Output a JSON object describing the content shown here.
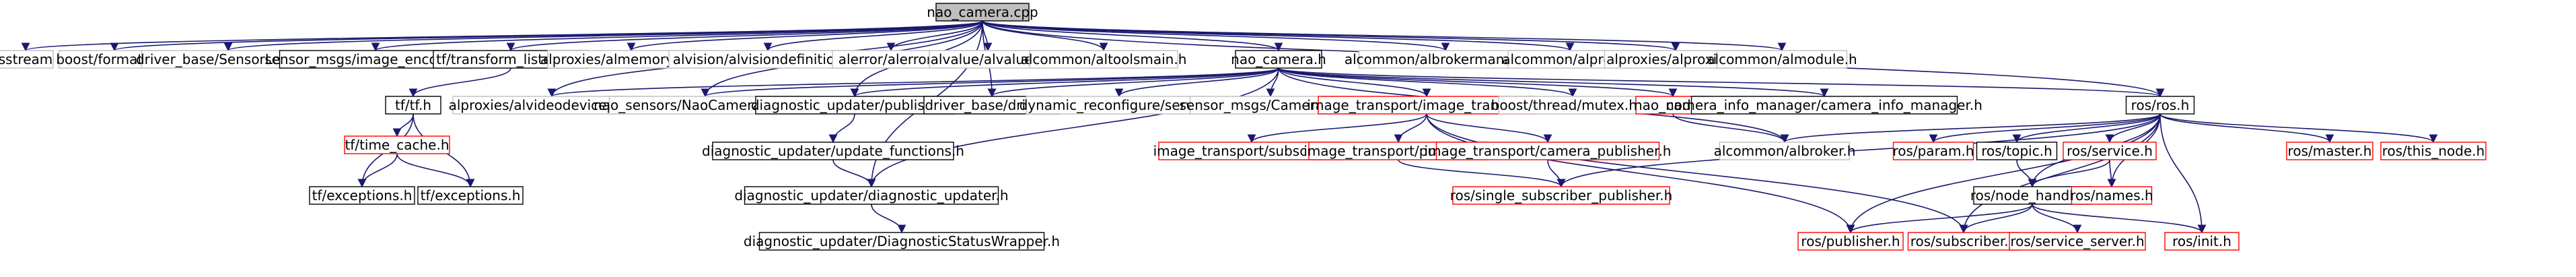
{
  "colors": {
    "edge": "#191970",
    "root_fill": "#bfbfbf",
    "border_black": "#000000",
    "border_gray": "#bfbfbf",
    "border_red": "#ff0000",
    "text": "#000000"
  },
  "nodes": [
    {
      "id": "nao_camera_cpp",
      "label": "nao_camera.cpp",
      "style": "root"
    },
    {
      "id": "sstream",
      "label": "sstream",
      "style": "gray"
    },
    {
      "id": "boost_format",
      "label": "boost/format.hpp",
      "style": "gray"
    },
    {
      "id": "sensor_levels",
      "label": "driver_base/SensorLevels.h",
      "style": "gray"
    },
    {
      "id": "image_encodings",
      "label": "sensor_msgs/image_encodings.h",
      "style": "black"
    },
    {
      "id": "tf_listener",
      "label": "tf/transform_listener.h",
      "style": "black"
    },
    {
      "id": "almemoryproxy",
      "label": "alproxies/almemoryproxy.h",
      "style": "gray"
    },
    {
      "id": "alvisiondefinitions",
      "label": "alvision/alvisiondefinitions.h",
      "style": "gray"
    },
    {
      "id": "alerror",
      "label": "alerror/alerror.h",
      "style": "gray"
    },
    {
      "id": "alvalue",
      "label": "alvalue/alvalue.h",
      "style": "gray"
    },
    {
      "id": "altoolsmain",
      "label": "alcommon/altoolsmain.h",
      "style": "gray"
    },
    {
      "id": "nao_camera_h",
      "label": "nao_camera.h",
      "style": "black"
    },
    {
      "id": "albrokermanager",
      "label": "alcommon/albrokermanager.h",
      "style": "gray"
    },
    {
      "id": "alproxy",
      "label": "alcommon/alproxy.h",
      "style": "gray"
    },
    {
      "id": "alproxies",
      "label": "alproxies/alproxies.h",
      "style": "gray"
    },
    {
      "id": "almodule",
      "label": "alcommon/almodule.h",
      "style": "gray"
    },
    {
      "id": "tf_tf",
      "label": "tf/tf.h",
      "style": "black"
    },
    {
      "id": "alvideodeviceproxy",
      "label": "alproxies/alvideodeviceproxy.h",
      "style": "gray"
    },
    {
      "id": "naocameraconfig",
      "label": "nao_sensors/NaoCameraConfig.h",
      "style": "gray"
    },
    {
      "id": "du_publisher",
      "label": "diagnostic_updater/publisher.h",
      "style": "black"
    },
    {
      "id": "driver_h",
      "label": "driver_base/driver.h",
      "style": "black"
    },
    {
      "id": "reconfigure_server",
      "label": "dynamic_reconfigure/server.h",
      "style": "gray"
    },
    {
      "id": "camerainfo",
      "label": "sensor_msgs/CameraInfo.h",
      "style": "gray"
    },
    {
      "id": "image_transport_h",
      "label": "image_transport/image_transport.h",
      "style": "red"
    },
    {
      "id": "thread_mutex",
      "label": "boost/thread/mutex.hpp",
      "style": "gray"
    },
    {
      "id": "nao_node",
      "label": "nao_node.h",
      "style": "red"
    },
    {
      "id": "camera_info_manager",
      "label": "camera_info_manager/camera_info_manager.h",
      "style": "black"
    },
    {
      "id": "ros_ros",
      "label": "ros/ros.h",
      "style": "black"
    },
    {
      "id": "time_cache",
      "label": "tf/time_cache.h",
      "style": "red"
    },
    {
      "id": "update_functions",
      "label": "diagnostic_updater/update_functions.h",
      "style": "black"
    },
    {
      "id": "it_subscriber",
      "label": "image_transport/subscriber.h",
      "style": "red"
    },
    {
      "id": "it_publisher",
      "label": "image_transport/publisher.h",
      "style": "red"
    },
    {
      "id": "camera_publisher",
      "label": "image_transport/camera_publisher.h",
      "style": "red"
    },
    {
      "id": "albroker",
      "label": "alcommon/albroker.h",
      "style": "gray"
    },
    {
      "id": "ros_param",
      "label": "ros/param.h",
      "style": "red"
    },
    {
      "id": "ros_topic",
      "label": "ros/topic.h",
      "style": "black"
    },
    {
      "id": "ros_service",
      "label": "ros/service.h",
      "style": "red"
    },
    {
      "id": "ros_master",
      "label": "ros/master.h",
      "style": "red"
    },
    {
      "id": "ros_this_node",
      "label": "ros/this_node.h",
      "style": "red"
    },
    {
      "id": "tf_exceptions_a",
      "label": "tf/exceptions.h",
      "style": "black"
    },
    {
      "id": "tf_exceptions_b",
      "label": "tf/exceptions.h",
      "style": "black"
    },
    {
      "id": "diagnostic_updater_h",
      "label": "diagnostic_updater/diagnostic_updater.h",
      "style": "black"
    },
    {
      "id": "single_subscriber_publisher",
      "label": "ros/single_subscriber_publisher.h",
      "style": "red"
    },
    {
      "id": "ros_node_handle",
      "label": "ros/node_handle.h",
      "style": "black"
    },
    {
      "id": "ros_names",
      "label": "ros/names.h",
      "style": "red"
    },
    {
      "id": "diagnostic_status_wrapper",
      "label": "diagnostic_updater/DiagnosticStatusWrapper.h",
      "style": "black"
    },
    {
      "id": "ros_publisher",
      "label": "ros/publisher.h",
      "style": "red"
    },
    {
      "id": "ros_subscriber",
      "label": "ros/subscriber.h",
      "style": "red"
    },
    {
      "id": "ros_service_server",
      "label": "ros/service_server.h",
      "style": "red"
    },
    {
      "id": "ros_init",
      "label": "ros/init.h",
      "style": "red"
    }
  ],
  "edges": [
    [
      "nao_camera_cpp",
      "sstream"
    ],
    [
      "nao_camera_cpp",
      "boost_format"
    ],
    [
      "nao_camera_cpp",
      "sensor_levels"
    ],
    [
      "nao_camera_cpp",
      "image_encodings"
    ],
    [
      "nao_camera_cpp",
      "tf_listener"
    ],
    [
      "nao_camera_cpp",
      "almemoryproxy"
    ],
    [
      "nao_camera_cpp",
      "alvisiondefinitions"
    ],
    [
      "nao_camera_cpp",
      "alerror"
    ],
    [
      "nao_camera_cpp",
      "alvalue"
    ],
    [
      "nao_camera_cpp",
      "altoolsmain"
    ],
    [
      "nao_camera_cpp",
      "nao_camera_h"
    ],
    [
      "nao_camera_cpp",
      "albrokermanager"
    ],
    [
      "nao_camera_cpp",
      "alproxy"
    ],
    [
      "nao_camera_cpp",
      "alproxies"
    ],
    [
      "nao_camera_cpp",
      "almodule"
    ],
    [
      "nao_camera_cpp",
      "alvideodeviceproxy"
    ],
    [
      "nao_camera_cpp",
      "naocameraconfig"
    ],
    [
      "nao_camera_cpp",
      "du_publisher"
    ],
    [
      "nao_camera_cpp",
      "diagnostic_updater_h"
    ],
    [
      "nao_camera_cpp",
      "ros_ros"
    ],
    [
      "nao_camera_cpp",
      "driver_h"
    ],
    [
      "tf_listener",
      "tf_tf"
    ],
    [
      "tf_tf",
      "time_cache"
    ],
    [
      "tf_tf",
      "tf_exceptions_a"
    ],
    [
      "tf_tf",
      "tf_exceptions_b"
    ],
    [
      "time_cache",
      "tf_exceptions_a"
    ],
    [
      "time_cache",
      "tf_exceptions_b"
    ],
    [
      "nao_camera_h",
      "alvideodeviceproxy"
    ],
    [
      "nao_camera_h",
      "naocameraconfig"
    ],
    [
      "nao_camera_h",
      "du_publisher"
    ],
    [
      "nao_camera_h",
      "driver_h"
    ],
    [
      "nao_camera_h",
      "reconfigure_server"
    ],
    [
      "nao_camera_h",
      "camerainfo"
    ],
    [
      "nao_camera_h",
      "image_transport_h"
    ],
    [
      "nao_camera_h",
      "thread_mutex"
    ],
    [
      "nao_camera_h",
      "nao_node"
    ],
    [
      "nao_camera_h",
      "camera_info_manager"
    ],
    [
      "nao_camera_h",
      "ros_ros"
    ],
    [
      "nao_camera_h",
      "albroker"
    ],
    [
      "nao_camera_h",
      "diagnostic_updater_h"
    ],
    [
      "du_publisher",
      "update_functions"
    ],
    [
      "update_functions",
      "diagnostic_updater_h"
    ],
    [
      "diagnostic_updater_h",
      "diagnostic_status_wrapper"
    ],
    [
      "image_transport_h",
      "it_subscriber"
    ],
    [
      "image_transport_h",
      "it_publisher"
    ],
    [
      "image_transport_h",
      "camera_publisher"
    ],
    [
      "image_transport_h",
      "ros_publisher"
    ],
    [
      "image_transport_h",
      "ros_subscriber"
    ],
    [
      "it_publisher",
      "single_subscriber_publisher"
    ],
    [
      "camera_publisher",
      "single_subscriber_publisher"
    ],
    [
      "nao_node",
      "albroker"
    ],
    [
      "ros_ros",
      "albroker"
    ],
    [
      "ros_ros",
      "ros_param"
    ],
    [
      "ros_ros",
      "ros_topic"
    ],
    [
      "ros_ros",
      "ros_node_handle"
    ],
    [
      "ros_ros",
      "ros_service"
    ],
    [
      "ros_ros",
      "ros_names"
    ],
    [
      "ros_ros",
      "ros_master"
    ],
    [
      "ros_ros",
      "ros_this_node"
    ],
    [
      "ros_ros",
      "ros_publisher"
    ],
    [
      "ros_ros",
      "ros_subscriber"
    ],
    [
      "ros_ros",
      "ros_init"
    ],
    [
      "ros_ros",
      "single_subscriber_publisher"
    ],
    [
      "ros_topic",
      "ros_node_handle"
    ],
    [
      "ros_service",
      "ros_node_handle"
    ],
    [
      "ros_service",
      "ros_names"
    ],
    [
      "ros_node_handle",
      "ros_publisher"
    ],
    [
      "ros_node_handle",
      "ros_subscriber"
    ],
    [
      "ros_node_handle",
      "ros_service_server"
    ],
    [
      "ros_node_handle",
      "ros_init"
    ]
  ]
}
